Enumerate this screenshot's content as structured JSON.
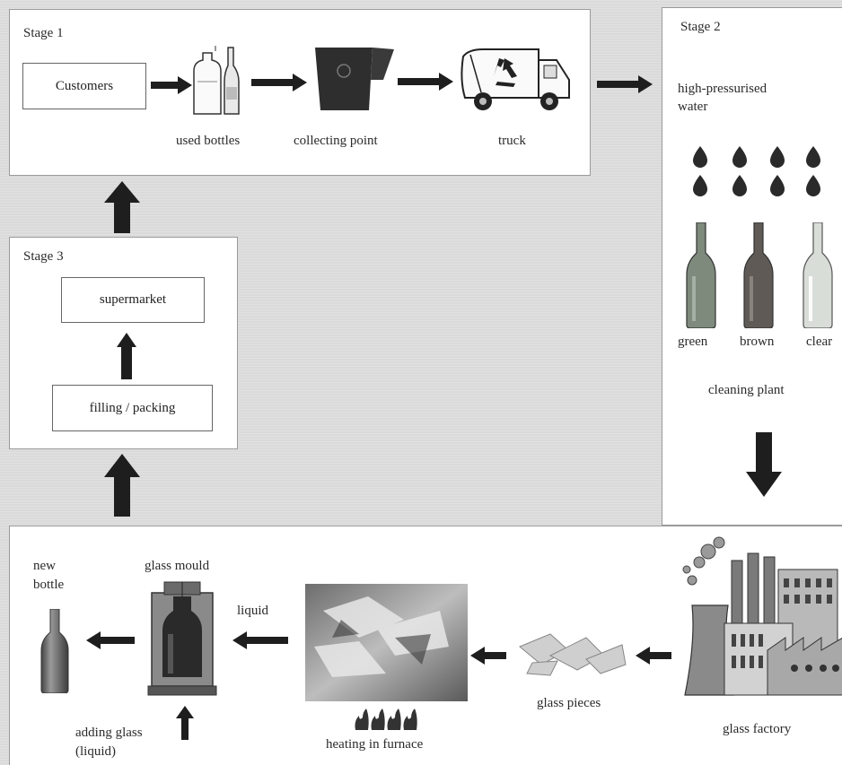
{
  "stage1": {
    "title": "Stage 1",
    "customers": "Customers",
    "used_bottles": "used bottles",
    "collecting_point": "collecting point",
    "truck": "truck"
  },
  "stage2": {
    "title": "Stage 2",
    "water_line1": "high-pressurised",
    "water_line2": "water",
    "green": "green",
    "brown": "brown",
    "clear": "clear",
    "cleaning_plant": "cleaning plant"
  },
  "stage3": {
    "title": "Stage 3",
    "supermarket": "supermarket",
    "filling_packing": "filling / packing"
  },
  "bottom": {
    "new_bottle_line1": "new",
    "new_bottle_line2": "bottle",
    "glass_mould": "glass mould",
    "liquid": "liquid",
    "adding_glass_line1": "adding glass",
    "adding_glass_line2": "(liquid)",
    "heating_in_furnace": "heating in furnace",
    "glass_pieces": "glass pieces",
    "glass_factory": "glass factory"
  },
  "colors": {
    "arrow": "#1e1e1e",
    "bottle_green": "#7d8a7c",
    "bottle_brown": "#5f5a55",
    "bottle_clear": "#d9ddd8"
  }
}
